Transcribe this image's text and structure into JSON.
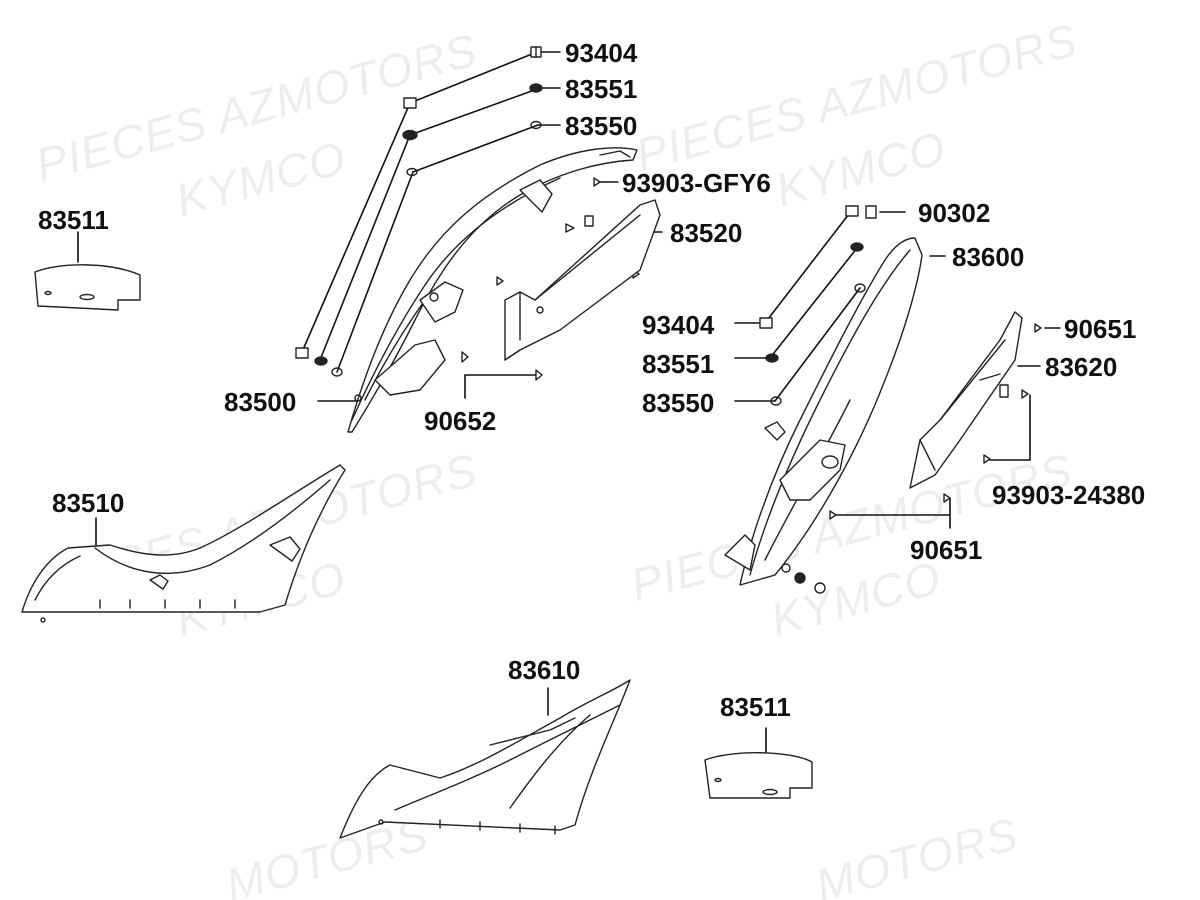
{
  "watermarks": {
    "pieces_azmotors": "PIECES AZMOTORS",
    "kymco": "KYMCO",
    "azmotors_fragment": "MOTORS"
  },
  "labels": {
    "top_bolt": "93404",
    "top_washer": "83551",
    "top_grommet": "83550",
    "top_screw": "93903-GFY6",
    "left_inner_cover": "83511",
    "left_bracket": "83520",
    "left_side_cover": "83500",
    "left_clip": "90652",
    "left_lower_cover": "83510",
    "right_nut": "90302",
    "right_side_cover": "83600",
    "right_bolt": "93404",
    "right_washer": "83551",
    "right_grommet": "83550",
    "right_clip_top": "90651",
    "right_bracket": "83620",
    "right_screw": "93903-24380",
    "right_clip_bottom": "90651",
    "right_lower_cover": "83610",
    "right_inner_cover": "83511"
  }
}
